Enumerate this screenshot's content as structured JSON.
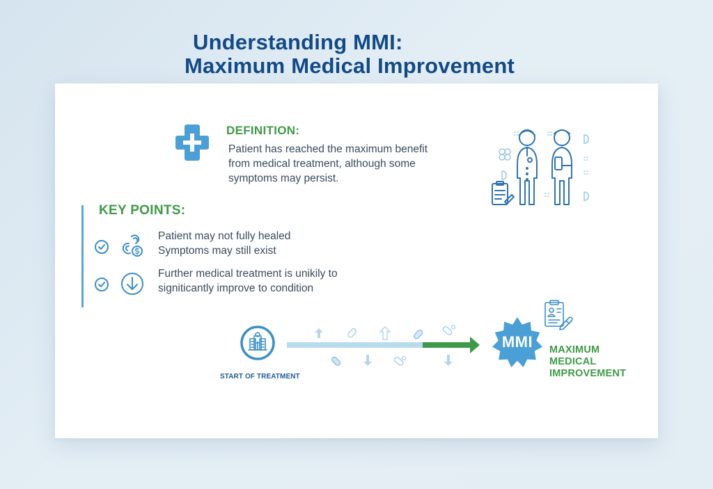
{
  "header": {
    "title_line1": "Understanding MMI:",
    "title_line2": "Maximum Medical Improvement"
  },
  "definition": {
    "icon": "medical-cross-icon",
    "heading": "DEFINITION:",
    "text": "Patient has reached the maximum benefit from medical treatment, although some symptoms may persist.",
    "lines": [
      "Patient has reached the maximum benefit",
      "from medical treatment, although some",
      "symptoms may persist."
    ]
  },
  "illustration": {
    "icon": "doctor-and-patient-icon",
    "description": "Doctor with stethoscope and patient with arm cast, clipboard"
  },
  "key_points": {
    "heading": "KEY POINTS:",
    "items": [
      {
        "check_icon": "check-circle-icon",
        "icon": "broken-chain-dollar-icon",
        "line1": "Patient may not fully healed",
        "line2": "Symptoms may still exist"
      },
      {
        "check_icon": "check-circle-icon",
        "icon": "arrow-down-circle-icon",
        "line1": "Further medical treatment is unikily to",
        "line2": "signiticantly improve to condition"
      }
    ]
  },
  "timeline": {
    "start_icon": "hospital-icon",
    "start_label": "START OF TREATMENT",
    "floating_icons": [
      "arrow-up",
      "pill",
      "arrow-up",
      "pill",
      "pill",
      "pill",
      "arrow-down",
      "pill",
      "arrow-down"
    ],
    "end_badge": "MMI",
    "end_label_lines": [
      "MAXIMUM",
      "MEDICAL",
      "IMPROVEMENT"
    ],
    "end_icon": "clipboard-report-icon"
  },
  "colors": {
    "title": "#134a86",
    "accent_green": "#3e9a47",
    "accent_blue": "#4a9fd6",
    "body_text": "#3a4b5c",
    "track_light": "#b9dbee",
    "track_green": "#3d9a48"
  }
}
